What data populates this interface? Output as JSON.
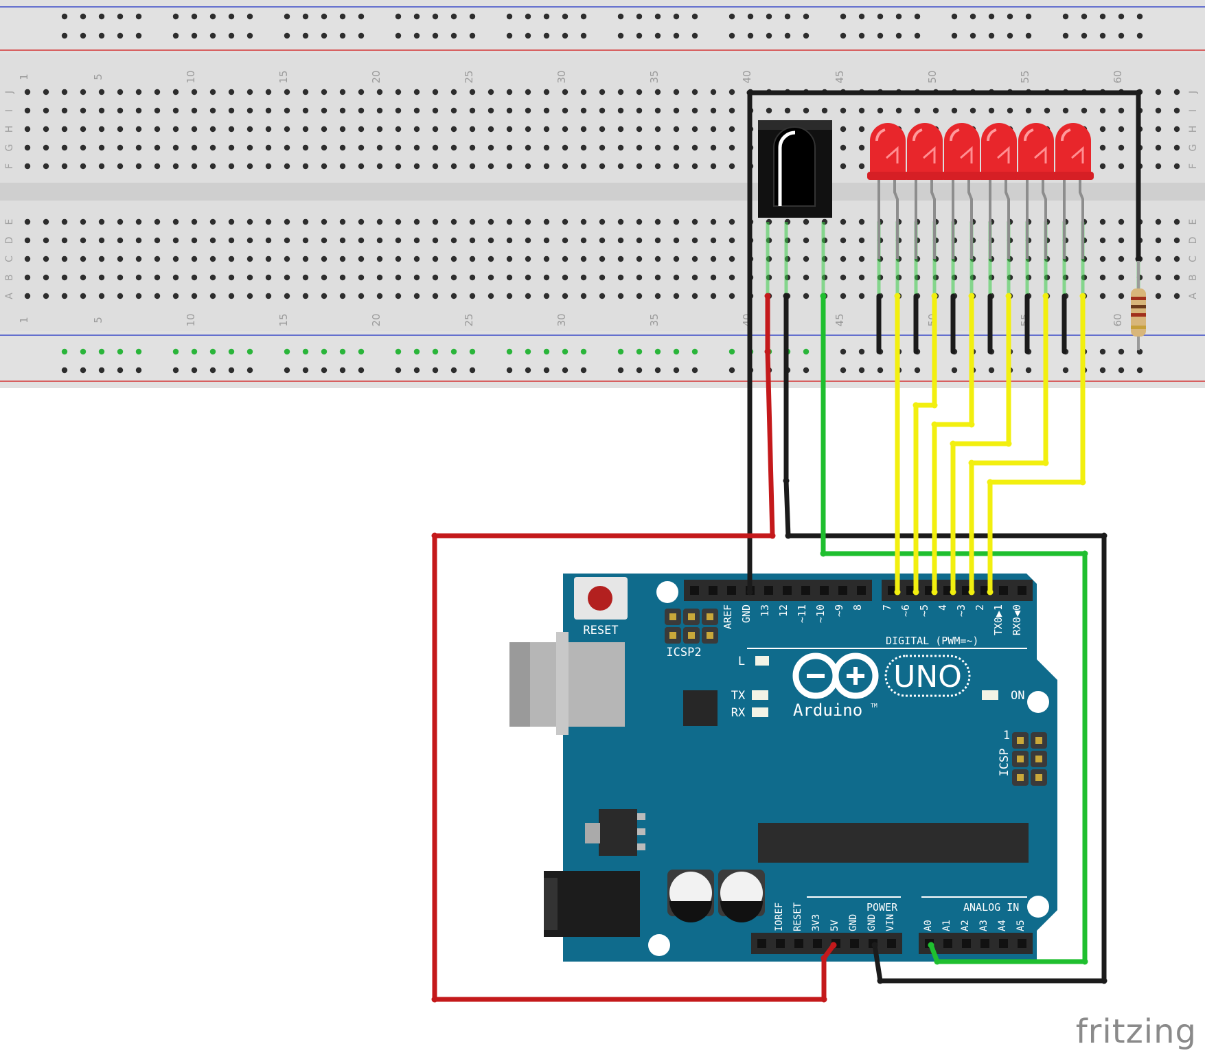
{
  "breadboard": {
    "columns": 63,
    "column_numbers": [
      "1",
      "5",
      "10",
      "15",
      "20",
      "25",
      "30",
      "35",
      "40",
      "45",
      "50",
      "55",
      "60"
    ],
    "rows_top": [
      "J",
      "I",
      "H",
      "G",
      "F"
    ],
    "rows_bottom": [
      "E",
      "D",
      "C",
      "B",
      "A"
    ]
  },
  "components": {
    "ir_receiver": "ir-receiver",
    "leds": {
      "count": 6,
      "color": "#e8262b"
    },
    "resistor": "resistor"
  },
  "arduino": {
    "reset_label": "RESET",
    "icsp2_label": "ICSP2",
    "icsp_label": "ICSP",
    "icsp_pin1": "1",
    "digital_label": "DIGITAL (PWM=~)",
    "digital_pins": [
      "AREF",
      "GND",
      "13",
      "12",
      "~11",
      "~10",
      "~9",
      "8",
      "7",
      "~6",
      "~5",
      "4",
      "~3",
      "2",
      "TX0▶1",
      "RX0◀0"
    ],
    "led_l": "L",
    "led_tx": "TX",
    "led_rx": "RX",
    "led_on": "ON",
    "brand": "Arduino",
    "tm": "TM",
    "model": "UNO",
    "power_label": "POWER",
    "power_pins": [
      "IOREF",
      "RESET",
      "3V3",
      "5V",
      "GND",
      "GND",
      "VIN"
    ],
    "analog_label": "ANALOG IN",
    "analog_pins": [
      "A0",
      "A1",
      "A2",
      "A3",
      "A4",
      "A5"
    ],
    "board_color": "#0f6b8c"
  },
  "wire_colors": {
    "red": "#c4191b",
    "black": "#1b1b1b",
    "green": "#1fbf2f",
    "yellow": "#f2ef0f"
  },
  "watermark": "fritzing"
}
